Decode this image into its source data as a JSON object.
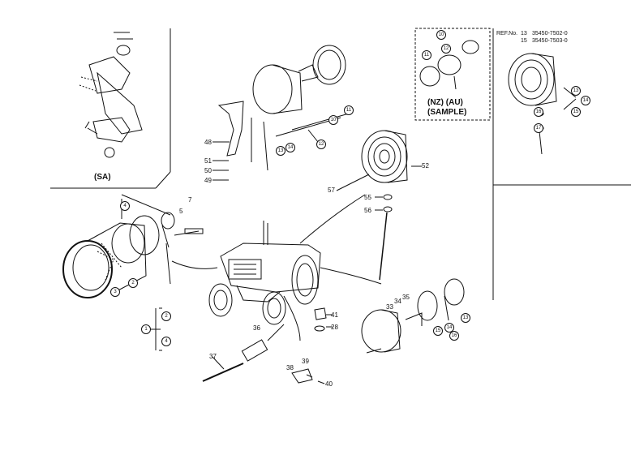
{
  "insets": {
    "sa_label": "(SA)",
    "sample_label_1": "(NZ) (AU)",
    "sample_label_2": "(SAMPLE)"
  },
  "ref_block": {
    "prefix": "REF.No.",
    "refs": [
      {
        "marker": "13",
        "part_no": "35450-7502-0"
      },
      {
        "marker": "15",
        "part_no": "35450-7503-0"
      }
    ]
  },
  "callouts": {
    "c7": "7",
    "c5": "5",
    "c48": "48",
    "c51": "51",
    "c50": "50",
    "c49": "49",
    "c52": "52",
    "c57": "57",
    "c55": "55",
    "c56": "56",
    "c41": "41",
    "c28": "28",
    "c36": "36",
    "c37": "37",
    "c38": "38",
    "c39": "39",
    "c40": "40",
    "c33": "33",
    "c34": "34",
    "c35": "35"
  },
  "circled": {
    "m1": "1",
    "m2": "2",
    "m3": "3",
    "m4": "4",
    "m10": "10",
    "m11": "11",
    "m12": "12",
    "m13": "13",
    "m14": "14",
    "m15": "15",
    "m16": "16",
    "m17": "17"
  }
}
